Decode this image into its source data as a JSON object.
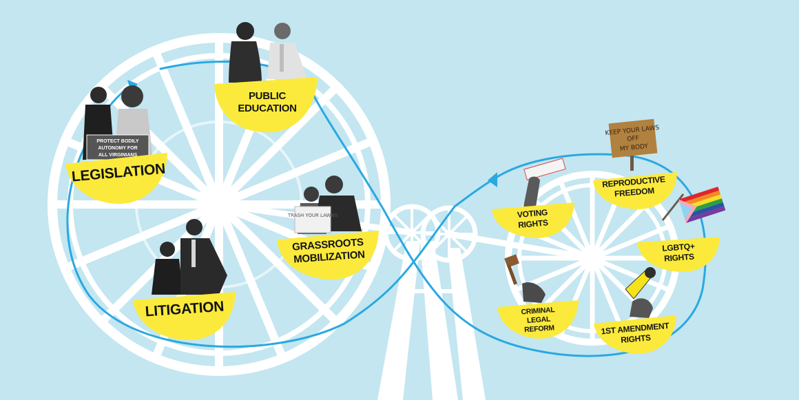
{
  "colors": {
    "background": "#c3e6f1",
    "path_line": "#2aa8e0",
    "wheel": "#ffffff",
    "gondola": "#fbea3c",
    "label_text": "#141414"
  },
  "large_wheel": {
    "gondolas": [
      {
        "id": "public-education",
        "lines": [
          "PUBLIC",
          "EDUCATION"
        ]
      },
      {
        "id": "legislation",
        "lines": [
          "LEGISLATION"
        ]
      },
      {
        "id": "grassroots-mobilization",
        "lines": [
          "GRASSROOTS",
          "MOBILIZATION"
        ]
      },
      {
        "id": "litigation",
        "lines": [
          "LITIGATION"
        ]
      }
    ]
  },
  "small_wheel": {
    "gondolas": [
      {
        "id": "reproductive-freedom",
        "lines": [
          "REPRODUCTIVE",
          "FREEDOM"
        ]
      },
      {
        "id": "voting-rights",
        "lines": [
          "VOTING",
          "RIGHTS"
        ]
      },
      {
        "id": "lgbtq-rights",
        "lines": [
          "LGBTQ+",
          "RIGHTS"
        ]
      },
      {
        "id": "criminal-legal-reform",
        "lines": [
          "CRIMINAL",
          "LEGAL",
          "REFORM"
        ]
      },
      {
        "id": "1st-amendment-rights",
        "lines": [
          "1ST AMENDMENT",
          "RIGHTS"
        ]
      }
    ]
  },
  "photo_texts": {
    "legislation_sign": [
      "PROTECT BODILY",
      "AUTONOMY FOR",
      "ALL VIRGINIANS"
    ],
    "reproductive_sign": [
      "KEEP YOUR LAWS",
      "OFF",
      "MY BODY"
    ],
    "grassroots_board": "TRASH YOUR LAWNS"
  }
}
